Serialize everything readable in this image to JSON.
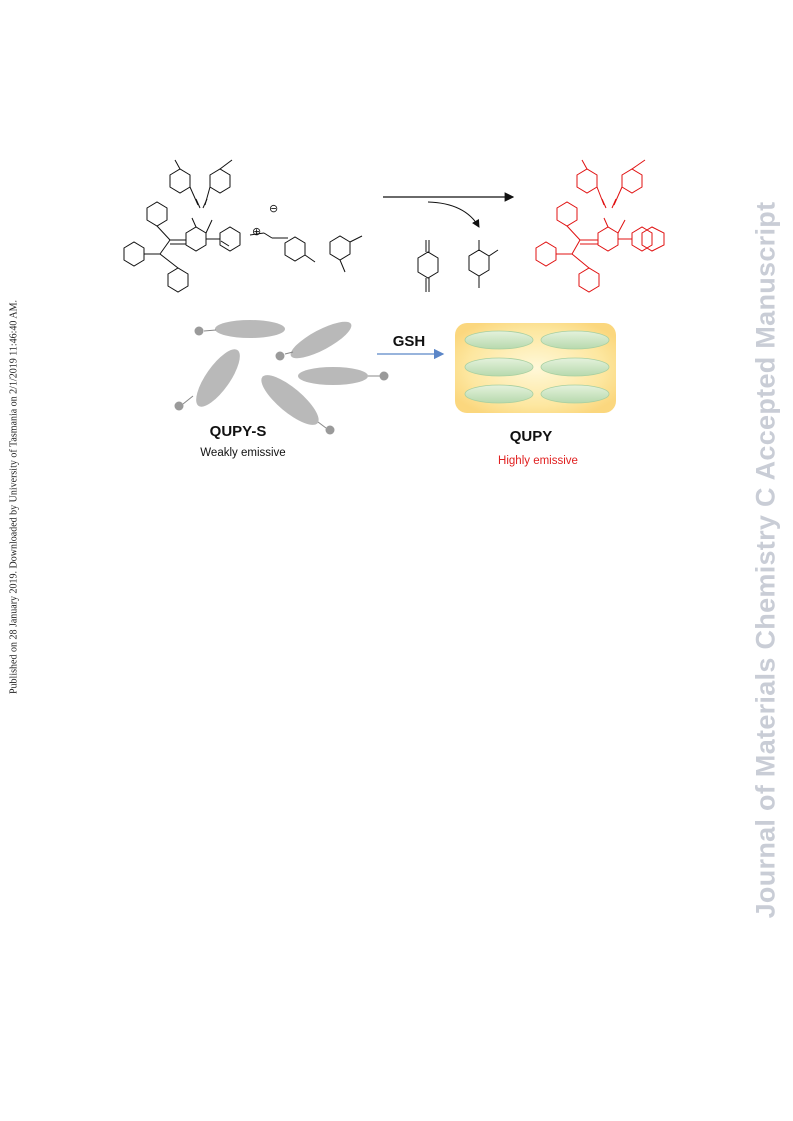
{
  "side_note": "Published on 28 January 2019. Downloaded by University of Tasmania on 2/1/2019 11:46:40 AM.",
  "watermark": "Journal of Materials Chemistry C Accepted Manuscript",
  "scheme": {
    "reactant_charge_anion": "⊖",
    "reactant_charge_cation": "⊕",
    "arrow_label": "GSH",
    "left_name": "QUPY-S",
    "left_desc": "Weakly emissive",
    "right_name": "QUPY",
    "right_desc": "Highly emissive",
    "colors": {
      "product": "#e01010",
      "reactant": "#111111",
      "aggregate_box": "#fde9a8",
      "ellipse_fill": "#c8e3c0",
      "gray_ellipse": "#b9b9b9",
      "arrow_blue": "#5b86c8"
    }
  }
}
